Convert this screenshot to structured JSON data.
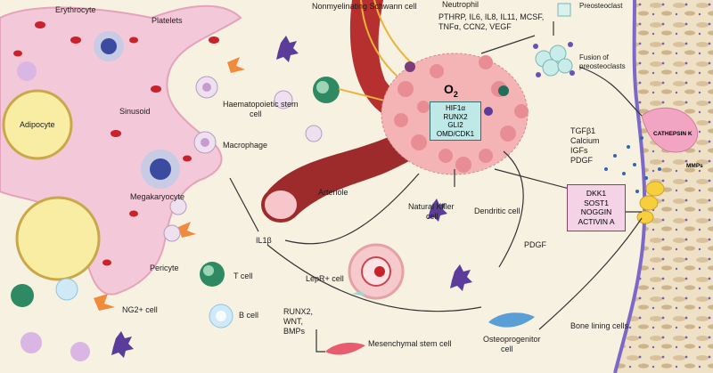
{
  "labels": {
    "erythrocyte": "Erythrocyte",
    "platelets": "Platelets",
    "schwann": "Nonmyelinating Schwann cell",
    "neutrophil": "Neutrophil",
    "preosteoclast": "Preosteoclast",
    "factors": "PTHRP, IL6, IL8, IL11, MCSF,",
    "factors2": "TNFα, CCN2, VEGF",
    "fusion": "Fusion of",
    "fusion2": "preosteoclasts",
    "hsc": "Haematopoietic stem",
    "hsc2": "cell",
    "adipocyte": "Adipocyte",
    "sinusoid": "Sinusoid",
    "macrophage": "Macrophage",
    "megakaryocyte": "Megakaryocyte",
    "arteriole": "Arteriole",
    "nk": "Natural Killer",
    "nk2": "cell",
    "dendritic": "Dendritic cell",
    "tgf": "TGFβ1",
    "calcium": "Calcium",
    "igfs": "IGFs",
    "pdgf_top": "PDGF",
    "cathepsin": "CATHEPSIN K",
    "mmps": "MMPs",
    "il1b": "IL1β",
    "pericyte": "Pericyte",
    "tcell": "T cell",
    "lepr": "LepR+ cell",
    "pdgf": "PDGF",
    "ng2": "NG2+ cell",
    "bcell": "B cell",
    "runx": "RUNX2,",
    "runx2": "WNT,",
    "runx3": "BMPs",
    "msc": "Mesenchymal stem cell",
    "osteoprog": "Osteoprogenitor",
    "osteoprog2": "cell",
    "bonelining": "Bone lining cells",
    "o2": "O",
    "o2sub": "2"
  },
  "tumor_box": [
    "HIF1α",
    "RUNX2",
    "GLI2",
    "OMD/CDK1"
  ],
  "inhib_box": [
    "DKK1",
    "SOST1",
    "NOGGIN",
    "ACTIVIN A"
  ],
  "colors": {
    "background": "#f7f1e1",
    "sinusoid": "#f3c8d8",
    "arteriole": "#9e2b2b",
    "tumor": "#f2a9ae",
    "bone": "#e8d5b5",
    "membrane": "#7b68c9"
  }
}
